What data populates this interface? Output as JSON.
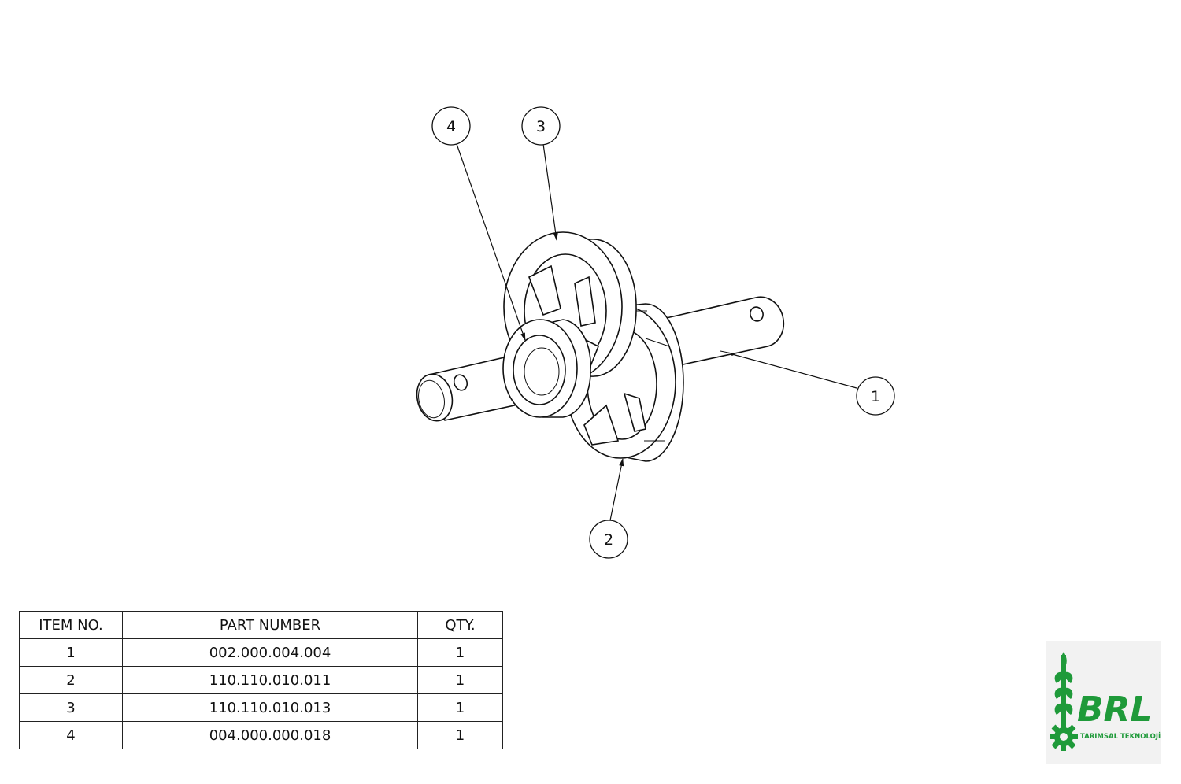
{
  "balloons": [
    {
      "label": "4"
    },
    {
      "label": "3"
    },
    {
      "label": "1"
    },
    {
      "label": "2"
    }
  ],
  "bom": {
    "headers": {
      "item": "ITEM NO.",
      "part": "PART NUMBER",
      "qty": "QTY."
    },
    "rows": [
      {
        "item": "1",
        "part": "002.000.004.004",
        "qty": "1"
      },
      {
        "item": "2",
        "part": "110.110.010.011",
        "qty": "1"
      },
      {
        "item": "3",
        "part": "110.110.010.013",
        "qty": "1"
      },
      {
        "item": "4",
        "part": "004.000.000.018",
        "qty": "1"
      }
    ]
  },
  "logo": {
    "name": "BRL",
    "tagline": "TARIMSAL TEKNOLOJİ",
    "color": "#1f9a3a"
  }
}
